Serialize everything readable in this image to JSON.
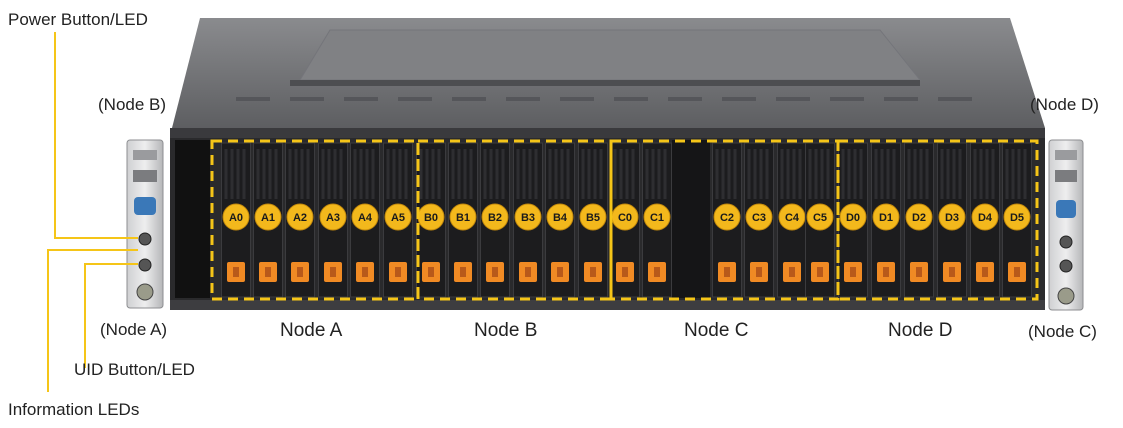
{
  "callouts": {
    "power": "Power Button/LED",
    "uid": "UID  Button/LED",
    "info": "Information  LEDs"
  },
  "side_labels": {
    "left_top": "(Node B)",
    "left_bottom": "(Node A)",
    "right_top": "(Node D)",
    "right_bottom": "(Node C)"
  },
  "nodes": [
    {
      "name": "Node A",
      "bays": [
        "A0",
        "A1",
        "A2",
        "A3",
        "A4",
        "A5"
      ]
    },
    {
      "name": "Node B",
      "bays": [
        "B0",
        "B1",
        "B2",
        "B3",
        "B4",
        "B5"
      ]
    },
    {
      "name": "Node C",
      "bays": [
        "C0",
        "C1",
        "C2",
        "C3",
        "C4",
        "C5"
      ]
    },
    {
      "name": "Node D",
      "bays": [
        "D0",
        "D1",
        "D2",
        "D3",
        "D4",
        "D5"
      ]
    }
  ],
  "colors": {
    "highlight": "#f5c518",
    "badge": "#f3b81c",
    "latch": "#f08a24",
    "chassis": "#6e6f72",
    "bay": "#1c1c1e"
  }
}
